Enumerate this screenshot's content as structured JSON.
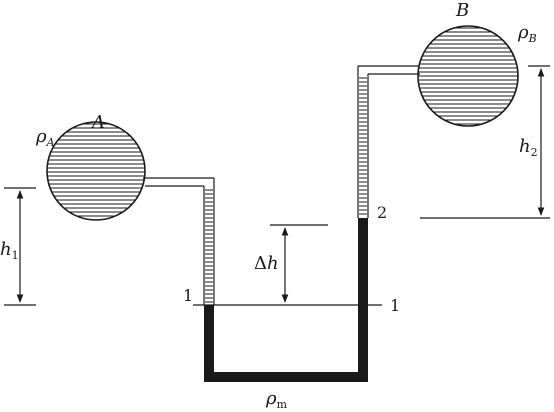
{
  "vessel_a": {
    "density_symbol": "ρ",
    "density_sub": "A",
    "name": "A"
  },
  "vessel_b": {
    "density_symbol": "ρ",
    "density_sub": "B",
    "name": "B"
  },
  "manometer": {
    "fluid_symbol": "ρ",
    "fluid_sub": "m"
  },
  "dimensions": {
    "h1": {
      "symbol": "h",
      "sub": "1"
    },
    "h2": {
      "symbol": "h",
      "sub": "2"
    },
    "delta_h": {
      "delta": "Δ",
      "symbol": "h"
    }
  },
  "points": {
    "left_level": "1",
    "right_level": "1",
    "right_interface": "2"
  }
}
